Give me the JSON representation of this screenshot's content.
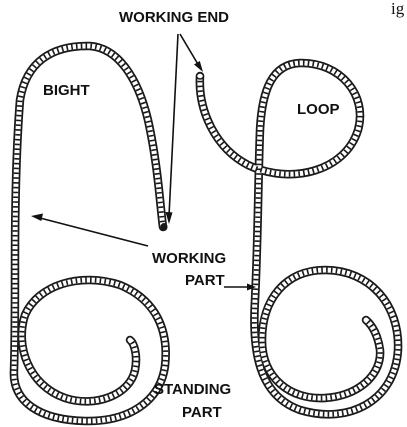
{
  "labels": {
    "working_end": "WORKING END",
    "bight": "BIGHT",
    "loop": "LOOP",
    "working_part_line1": "WORKING",
    "working_part_line2": "PART",
    "standing_part_line1": "STANDING",
    "standing_part_line2": "PART",
    "corner_fragment": "ig"
  },
  "colors": {
    "rope_outline": "#1a1a1a",
    "rope_fill": "#ffffff",
    "text": "#111111"
  }
}
